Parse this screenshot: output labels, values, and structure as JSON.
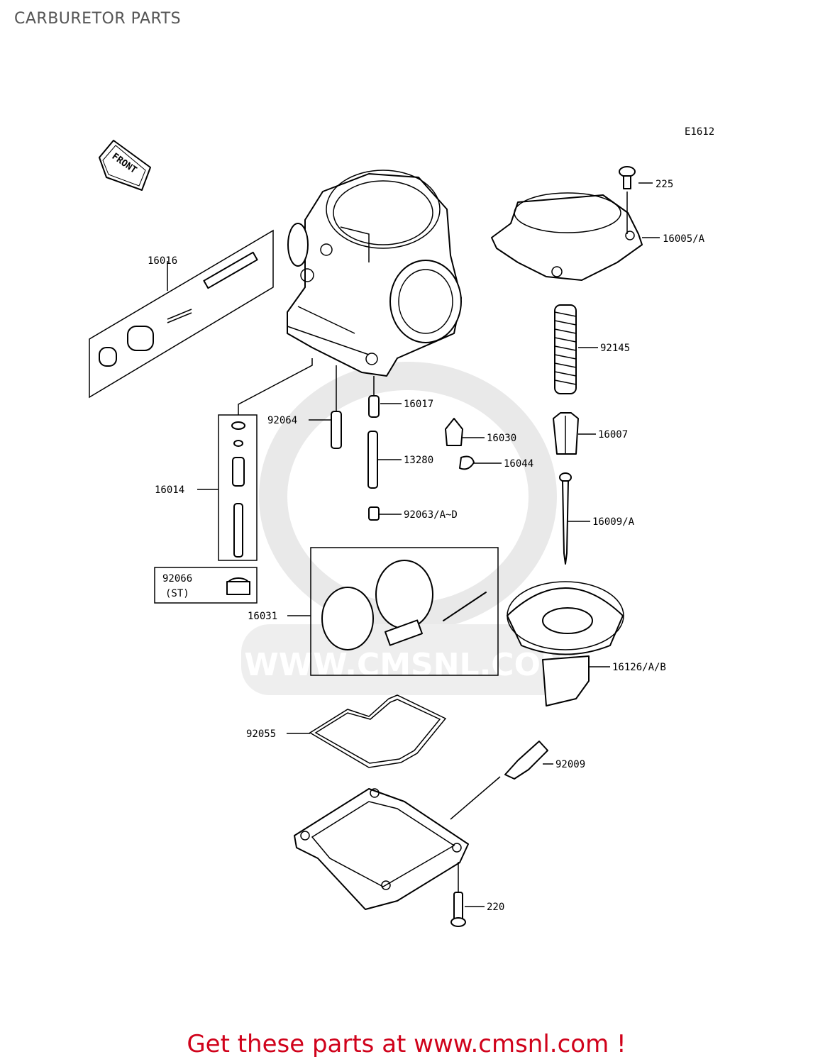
{
  "title": "CARBURETOR PARTS",
  "diagram_code": "E1612",
  "front_label": "FRONT",
  "watermark_text": "WWW.CMSNL.COM",
  "footer": "Get these parts at www.cmsnl.com !",
  "colors": {
    "footer": "#d0021b",
    "title": "#555555",
    "line": "#000000",
    "watermark": "#e6e6e6"
  },
  "parts": {
    "p225": "225",
    "p16005": "16005/A",
    "p16016": "16016",
    "p92145": "92145",
    "p92064": "92064",
    "p16017": "16017",
    "p16030": "16030",
    "p16007": "16007",
    "p13280": "13280",
    "p16044": "16044",
    "p16014": "16014",
    "p92063": "92063/A~D",
    "p16009": "16009/A",
    "p92066": "92066",
    "p92066_sub": "(ST)",
    "p16031": "16031",
    "p16126": "16126/A/B",
    "p92055": "92055",
    "p92009": "92009",
    "p220": "220"
  }
}
